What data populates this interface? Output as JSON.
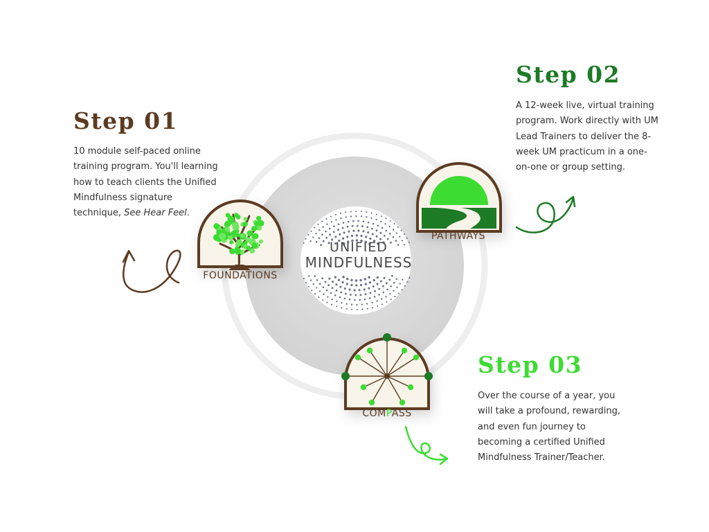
{
  "brand": {
    "line1": "UNIFIED",
    "line2": "MINDFULNESS"
  },
  "steps": [
    {
      "title": "Step 01",
      "color": "#5c3b21",
      "text": "10 module self-paced online training program. You'll learning how to teach clients the Unified Mindfulness signature technique, ",
      "text_italic": "See Hear Feel",
      "text_end": "."
    },
    {
      "title": "Step 02",
      "color": "#1d7a25",
      "text": "A 12-week live, virtual training program.  Work directly with UM Lead Trainers to deliver the 8-week UM practicum in a one-on-one or group setting."
    },
    {
      "title": "Step 03",
      "color": "#3ddc33",
      "text": "Over the course of a year, you will take a profound, rewarding, and even fun journey to becoming a certified Unified Mindfulness Trainer/Teacher."
    }
  ],
  "badges": {
    "foundations": {
      "label": "FOUNDATIONS",
      "icon": "tree-icon"
    },
    "pathways": {
      "label": "PATHWAYS",
      "icon": "sunrise-path-icon"
    },
    "compass": {
      "label_pre": "COM",
      "label_mid": "P",
      "label_post": "ASS",
      "icon": "compass-icon"
    }
  },
  "colors": {
    "brown": "#5c3b21",
    "dark_green": "#1d7a25",
    "light_green": "#3ddc33",
    "ring": "#eeeeee",
    "disc": "#d8d8d8"
  }
}
